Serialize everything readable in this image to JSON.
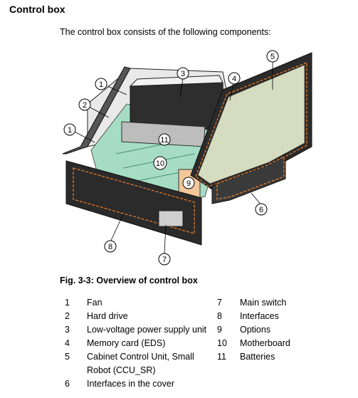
{
  "title": "Control box",
  "intro": "The control box consists of the following components:",
  "caption": "Fig. 3-3: Overview of control box",
  "callouts": [
    "1",
    "1",
    "2",
    "3",
    "4",
    "5",
    "6",
    "7",
    "8",
    "9",
    "10",
    "11"
  ],
  "legend_left": [
    {
      "num": "1",
      "label": "Fan"
    },
    {
      "num": "2",
      "label": "Hard drive"
    },
    {
      "num": "3",
      "label": "Low-voltage power supply unit"
    },
    {
      "num": "4",
      "label": "Memory card (EDS)"
    },
    {
      "num": "5",
      "label": "Cabinet Control Unit, Small Robot (CCU_SR)"
    },
    {
      "num": "6",
      "label": "Interfaces in the cover"
    }
  ],
  "legend_right": [
    {
      "num": "7",
      "label": "Main switch"
    },
    {
      "num": "8",
      "label": "Interfaces"
    },
    {
      "num": "9",
      "label": "Options"
    },
    {
      "num": "10",
      "label": "Motherboard"
    },
    {
      "num": "11",
      "label": "Batteries"
    }
  ],
  "colors": {
    "board": "#a6dcc4",
    "cover_board": "#d6dcc0",
    "options": "#f3c79a",
    "dashed": "#e07a2c",
    "housing": "#2b2b2b"
  }
}
